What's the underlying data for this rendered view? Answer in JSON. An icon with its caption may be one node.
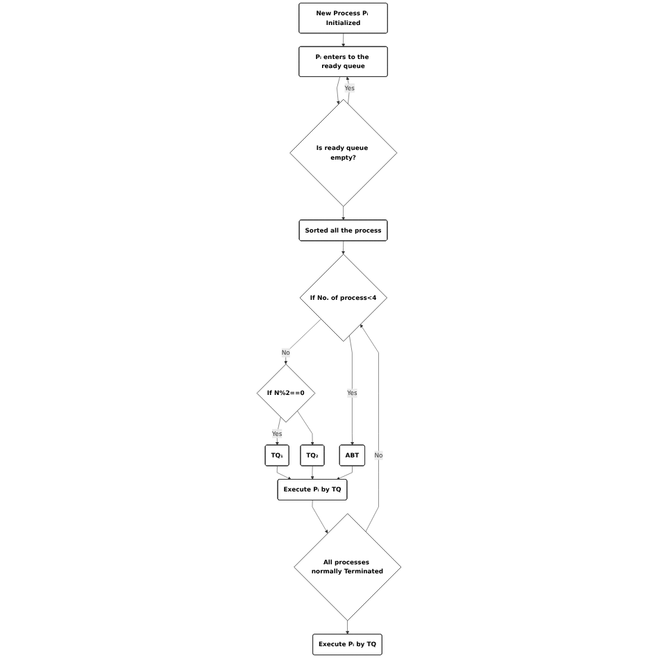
{
  "diagram": {
    "nodes": [
      {
        "text": [
          "New Process Pᵢ Initialized"
        ]
      },
      {
        "text": [
          "Pᵢ enters to the ready queue"
        ]
      },
      {
        "text": [
          "Is ready queue empty?"
        ]
      },
      {
        "text": [
          "Sorted all the process"
        ]
      },
      {
        "text": [
          "If No. of process<4"
        ]
      },
      {
        "text": [
          "If N%2==0"
        ]
      },
      {
        "text": [
          "TQ₁"
        ]
      },
      {
        "text": [
          "TQ₂"
        ]
      },
      {
        "text": [
          "ABT"
        ]
      },
      {
        "text": [
          "Execute Pᵢ by TQ"
        ]
      },
      {
        "text": [
          "All processes normally Terminated"
        ]
      },
      {
        "text": [
          "Execute Pᵢ by TQ"
        ]
      }
    ],
    "edges": [
      {
        "from": 0,
        "to": 1,
        "arrow": "to"
      },
      {
        "from": 1,
        "to": 2,
        "arrow": "to"
      },
      {
        "from": 2,
        "to": 1,
        "arrow": "to",
        "label": "Yes"
      },
      {
        "from": 2,
        "to": 3,
        "arrow": "to"
      },
      {
        "from": 3,
        "to": 4,
        "arrow": "to"
      },
      {
        "from": 4,
        "to": 5,
        "arrow": "to",
        "label": "No"
      },
      {
        "from": 4,
        "to": 8,
        "arrow": "to",
        "label": "Yes"
      },
      {
        "from": 5,
        "to": 6,
        "arrow": "to",
        "label": "Yes"
      },
      {
        "from": 5,
        "to": 7,
        "arrow": "to"
      },
      {
        "from": 6,
        "to": 9,
        "arrow": "to"
      },
      {
        "from": 7,
        "to": 9,
        "arrow": "to"
      },
      {
        "from": 8,
        "to": 9,
        "arrow": "to"
      },
      {
        "from": 9,
        "to": 10,
        "arrow": "to"
      },
      {
        "from": 10,
        "to": 4,
        "arrow": "to",
        "label": "No"
      },
      {
        "from": 10,
        "to": 11,
        "arrow": "to"
      }
    ]
  }
}
